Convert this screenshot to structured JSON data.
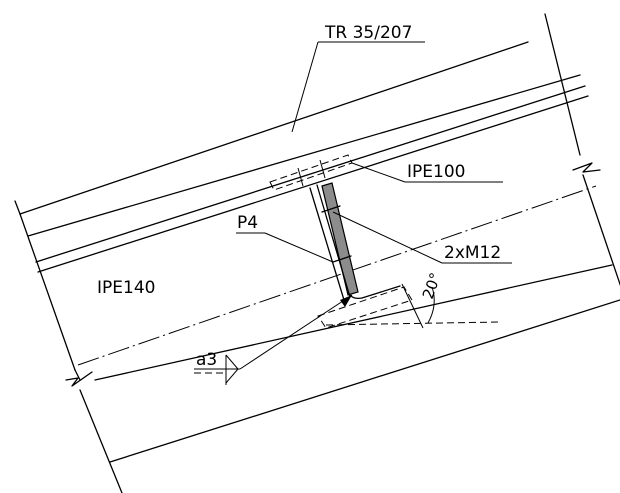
{
  "labels": {
    "trapezoid_sheet": "TR 35/207",
    "purlin_profile": "IPE100",
    "plate": "P4",
    "bolts": "2xM12",
    "rafter_profile": "IPE140",
    "weld": "a3",
    "angle": "20°"
  },
  "colors": {
    "line": "#000000",
    "plate_fill": "#8c8c8c",
    "background": "#ffffff"
  }
}
